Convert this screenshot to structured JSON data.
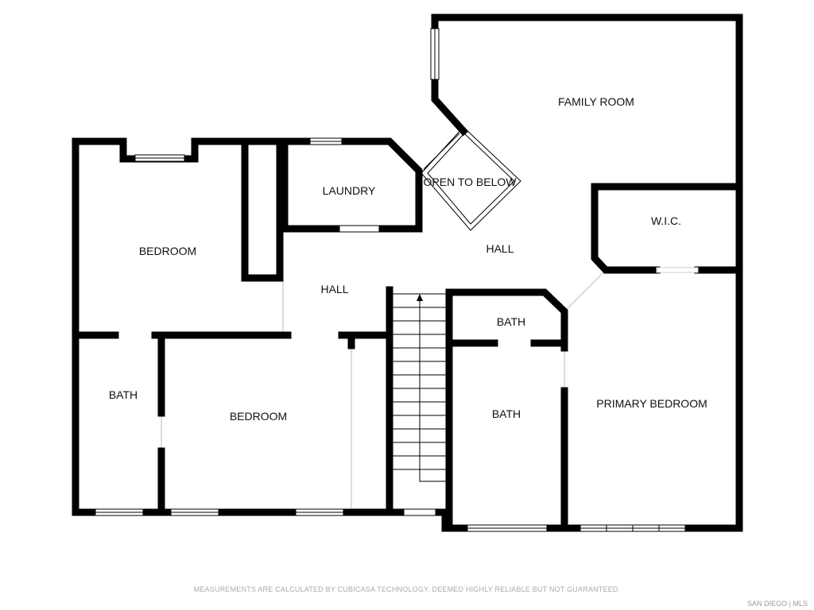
{
  "rooms": {
    "family_room": "FAMILY ROOM",
    "open_to_below": "OPEN TO BELOW",
    "laundry": "LAUNDRY",
    "hall_upper": "HALL",
    "hall_left": "HALL",
    "wic": "W.I.C.",
    "bedroom_top_left": "BEDROOM",
    "bath_small": "BATH",
    "bath_left": "BATH",
    "bedroom_bottom": "BEDROOM",
    "bath_primary": "BATH",
    "primary_bedroom": "PRIMARY BEDROOM"
  },
  "footer": {
    "disclaimer": "MEASUREMENTS ARE CALCULATED BY CUBICASA TECHNOLOGY. DEEMED HIGHLY RELIABLE BUT NOT GUARANTEED.",
    "watermark": "SAN DIEGO | MLS"
  }
}
